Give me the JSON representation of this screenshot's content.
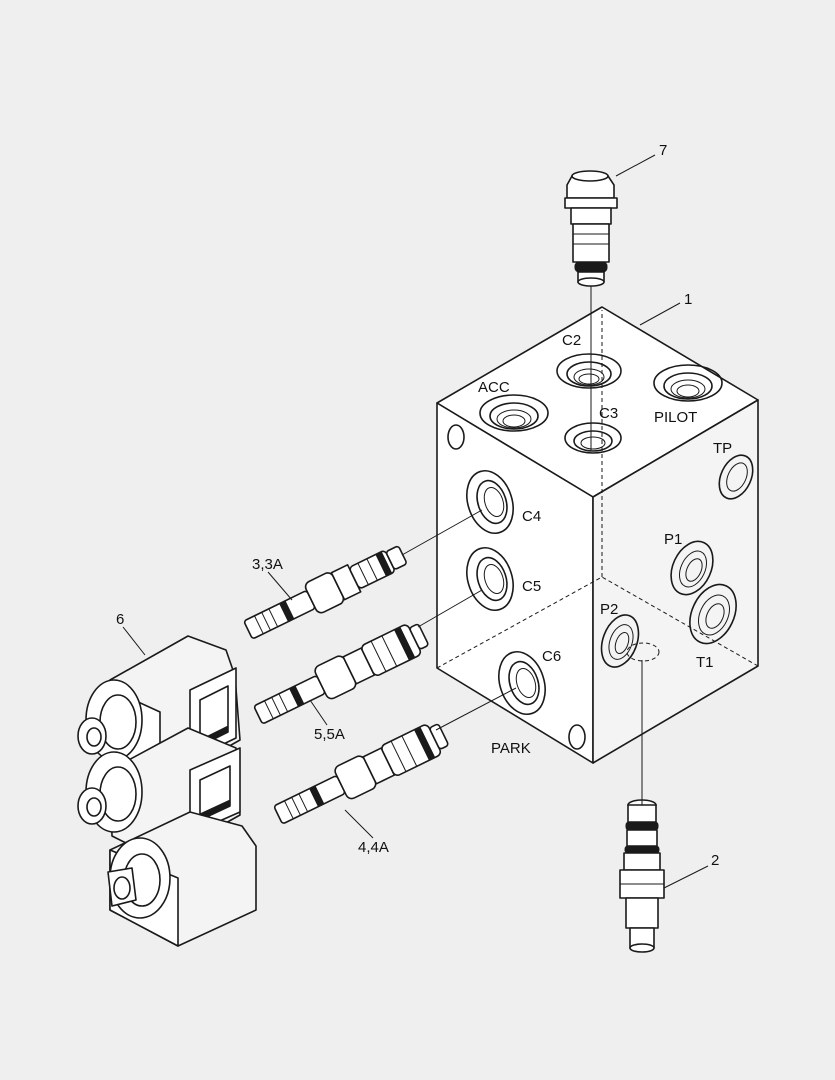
{
  "labels": {
    "part_1": "1",
    "part_2": "2",
    "part_6": "6",
    "part_7": "7",
    "part_3": "3,3A",
    "part_5": "5,5A",
    "part_4": "4,4A",
    "port_acc": "ACC",
    "port_c2": "C2",
    "port_c3": "C3",
    "port_pilot": "PILOT",
    "port_tp": "TP",
    "port_c4": "C4",
    "port_c5": "C5",
    "port_c6": "C6",
    "port_p1": "P1",
    "port_p2": "P2",
    "port_t1": "T1",
    "port_park": "PARK"
  }
}
